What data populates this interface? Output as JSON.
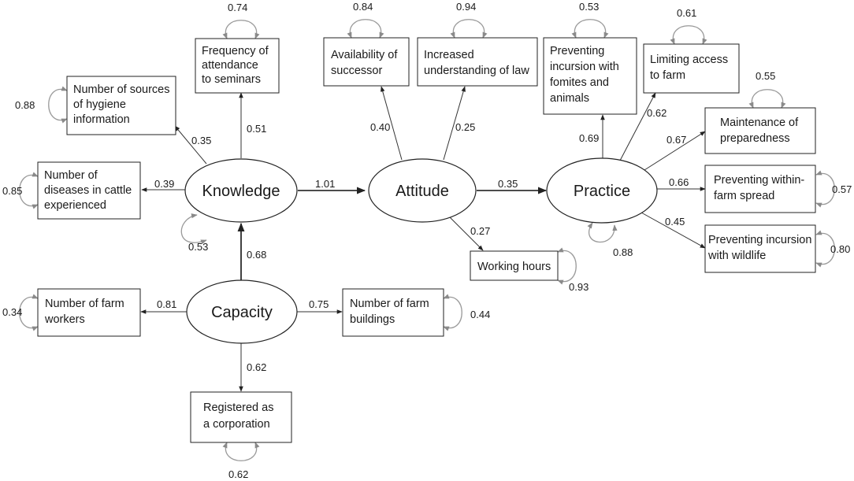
{
  "latents": {
    "knowledge": "Knowledge",
    "attitude": "Attitude",
    "practice": "Practice",
    "capacity": "Capacity"
  },
  "indicators": {
    "seminars": [
      "Frequency of",
      "attendance",
      "to seminars"
    ],
    "hygiene_sources": [
      "Number of sources",
      "of hygiene",
      "information"
    ],
    "diseases": [
      "Number of",
      "diseases in cattle",
      "experienced"
    ],
    "successor": [
      "Availability of",
      "successor"
    ],
    "law": [
      "Increased",
      "understanding of law"
    ],
    "working_hours": [
      "Working hours"
    ],
    "fomites": [
      "Preventing",
      "incursion with",
      "fomites and",
      "animals"
    ],
    "farm_access": [
      "Limiting access",
      "to farm"
    ],
    "preparedness": [
      "Maintenance of",
      "preparedness"
    ],
    "within_farm": [
      "Preventing within-",
      "farm spread"
    ],
    "wildlife": [
      "Preventing incursion",
      "with wildlife"
    ],
    "farm_workers": [
      "Number of farm",
      "workers"
    ],
    "farm_buildings": [
      "Number of farm",
      "buildings"
    ],
    "corporation": [
      "Registered as",
      "a corporation"
    ]
  },
  "path_coefficients": {
    "knowledge_attitude": "1.01",
    "attitude_practice": "0.35",
    "capacity_knowledge": "0.68",
    "knowledge_seminars": "0.51",
    "knowledge_hygiene": "0.35",
    "knowledge_diseases": "0.39",
    "attitude_successor": "0.40",
    "attitude_law": "0.25",
    "attitude_working_hours": "0.27",
    "practice_fomites": "0.69",
    "practice_farm_access": "0.62",
    "practice_preparedness": "0.67",
    "practice_within_farm": "0.66",
    "practice_wildlife": "0.45",
    "capacity_farm_workers": "0.81",
    "capacity_farm_buildings": "0.75",
    "capacity_corporation": "0.62"
  },
  "residual_variances": {
    "seminars": "0.74",
    "hygiene_sources": "0.88",
    "diseases": "0.85",
    "knowledge": "0.53",
    "successor": "0.84",
    "law": "0.94",
    "working_hours": "0.93",
    "fomites": "0.53",
    "farm_access": "0.61",
    "preparedness": "0.55",
    "within_farm": "0.57",
    "wildlife": "0.80",
    "practice": "0.88",
    "farm_workers": "0.34",
    "farm_buildings": "0.44",
    "corporation": "0.62"
  },
  "colors": {
    "ink": "#222222",
    "loop": "#9a9a9a"
  }
}
